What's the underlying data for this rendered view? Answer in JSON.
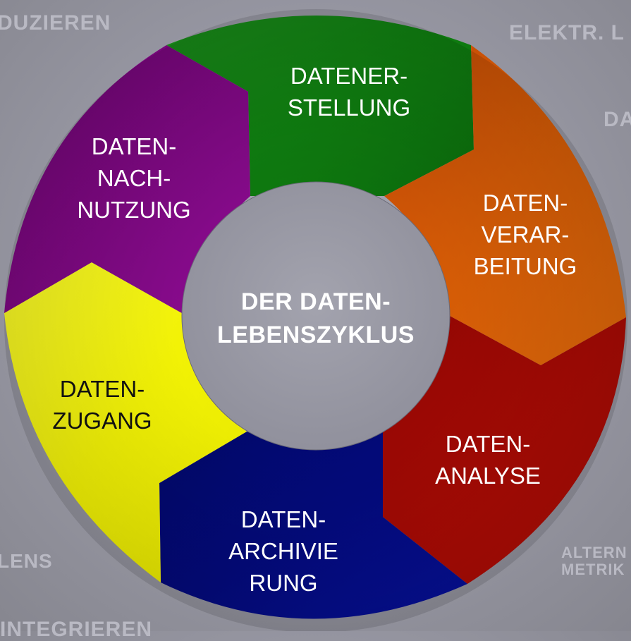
{
  "background_words": {
    "top_left": "DUZIEREN",
    "top_right": "ELEKTR. L",
    "right": "DA",
    "bottom_left": "LENS",
    "bottom_right_1": "ALTERN",
    "bottom_right_2": "METRIK",
    "bottom": "INTEGRIEREN"
  },
  "center": {
    "line1": "DER DATEN-",
    "line2": "LEBENSZYKLUS"
  },
  "segments": [
    {
      "id": "erstellung",
      "color": "#0f7d10",
      "lines": [
        "DATENER-",
        "STELLUNG"
      ]
    },
    {
      "id": "verarbeitung",
      "color": "#d45b06",
      "lines": [
        "DATEN-",
        "VERAR-",
        "BEITUNG"
      ]
    },
    {
      "id": "analyse",
      "color": "#a70a04",
      "lines": [
        "DATEN-",
        "ANALYSE"
      ]
    },
    {
      "id": "archivierung",
      "color": "#030a7c",
      "lines": [
        "DATEN-",
        "ARCHIVIE",
        "RUNG"
      ]
    },
    {
      "id": "zugang",
      "color": "#f2f205",
      "lines": [
        "DATEN-",
        "ZUGANG"
      ]
    },
    {
      "id": "nachnutzung",
      "color": "#7d0881",
      "lines": [
        "DATEN-",
        "NACH-",
        "NUTZUNG"
      ]
    }
  ],
  "colors": {
    "center_fill": "#9b9ba6",
    "ring_outline": "#6a6a78"
  }
}
